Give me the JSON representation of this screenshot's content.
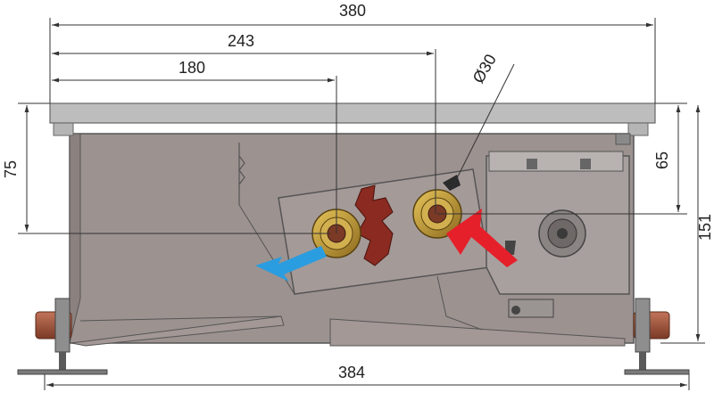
{
  "dimensions": {
    "overall_width": "380",
    "outlet_offset": "243",
    "inlet_offset": "180",
    "pipe_diameter": "Ø30",
    "left_height": "75",
    "right_inner_height": "65",
    "total_height": "151",
    "base_width": "384"
  },
  "colors": {
    "body": "#9c9290",
    "body_dark": "#7e7472",
    "grille": "#bdbdbd",
    "supply_arrow": "#e5202a",
    "return_arrow": "#2a9de0",
    "valve_brass": "#b08a2c",
    "fitting_red": "#8a2a20",
    "dim_line": "#333333"
  },
  "icons": {
    "supply": "red-arrow-icon",
    "return": "blue-arrow-icon"
  }
}
